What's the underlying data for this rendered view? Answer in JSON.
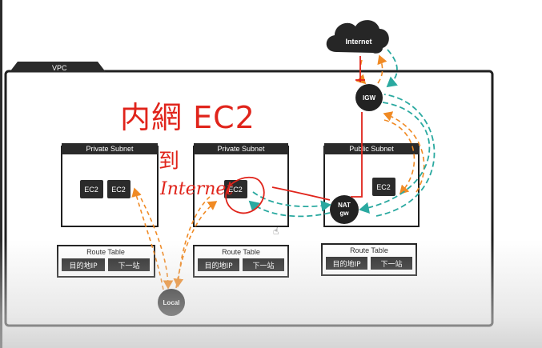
{
  "vpc": {
    "label": "VPC"
  },
  "internet": {
    "label": "Internet"
  },
  "igw": {
    "label": "IGW"
  },
  "nat": {
    "line1": "NAT",
    "line2": "gw"
  },
  "local": {
    "label": "Local"
  },
  "subnets": [
    {
      "title": "Private Subnet",
      "instances": [
        "EC2",
        "EC2"
      ]
    },
    {
      "title": "Private Subnet",
      "instances": [
        "EC2"
      ]
    },
    {
      "title": "Public Subnet",
      "instances": [
        "EC2"
      ]
    }
  ],
  "route_tables": [
    {
      "title": "Route Table",
      "col1": "目的地IP",
      "col2": "下一站"
    },
    {
      "title": "Route Table",
      "col1": "目的地IP",
      "col2": "下一站"
    },
    {
      "title": "Route Table",
      "col1": "目的地IP",
      "col2": "下一站"
    }
  ],
  "handwriting": {
    "line1": "内網 EC2",
    "line2": "到",
    "line3": "Internet"
  },
  "colors": {
    "frame": "#1f1f1f",
    "node": "#222222",
    "annotation_red": "#e0241b",
    "orange": "#f08a24",
    "teal": "#2aa9a0"
  }
}
